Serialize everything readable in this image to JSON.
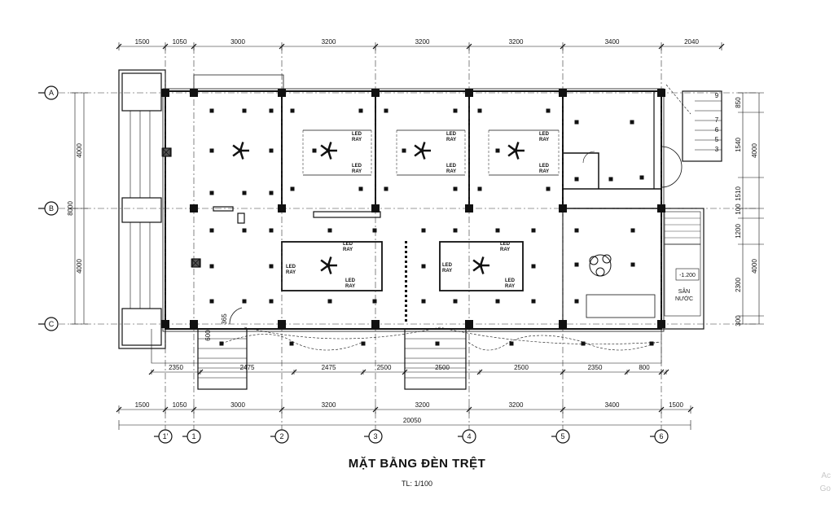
{
  "drawing": {
    "title": "MẶT BẰNG ĐÈN TRỆT",
    "scale": "TL: 1/100"
  },
  "dimensions": {
    "top": [
      "1500",
      "1050",
      "3000",
      "3200",
      "3200",
      "3200",
      "3400",
      "2040"
    ],
    "bottom": [
      "1500",
      "1050",
      "3000",
      "3200",
      "3200",
      "3200",
      "3400",
      "1500"
    ],
    "bottom_total": "20050",
    "porch": [
      "2350",
      "2475",
      "2475",
      "2500",
      "2500",
      "2500",
      "2350",
      "800"
    ],
    "left_total": "8000",
    "left_split": [
      "4000",
      "4000"
    ],
    "right_upper": [
      "850",
      "1540",
      "1510"
    ],
    "right_total_upper": "4000",
    "right_lower": [
      "1200",
      "2300",
      "300"
    ],
    "right_total_lower": "4000",
    "right_mid": "100",
    "step_small": [
      "365",
      "600"
    ]
  },
  "grid_axes": {
    "rows": [
      "A",
      "B",
      "C"
    ],
    "columns": [
      "1'",
      "1",
      "2",
      "3",
      "4",
      "5",
      "6"
    ]
  },
  "labels": {
    "led_line1": "LED",
    "led_line2": "RAY",
    "level": "-1.200",
    "room_l1": "SÂN",
    "room_l2": "NƯỚC",
    "stair_numbers": [
      "9",
      "7",
      "6",
      "5",
      "3"
    ]
  },
  "watermark": [
    "Ac",
    "Go"
  ]
}
